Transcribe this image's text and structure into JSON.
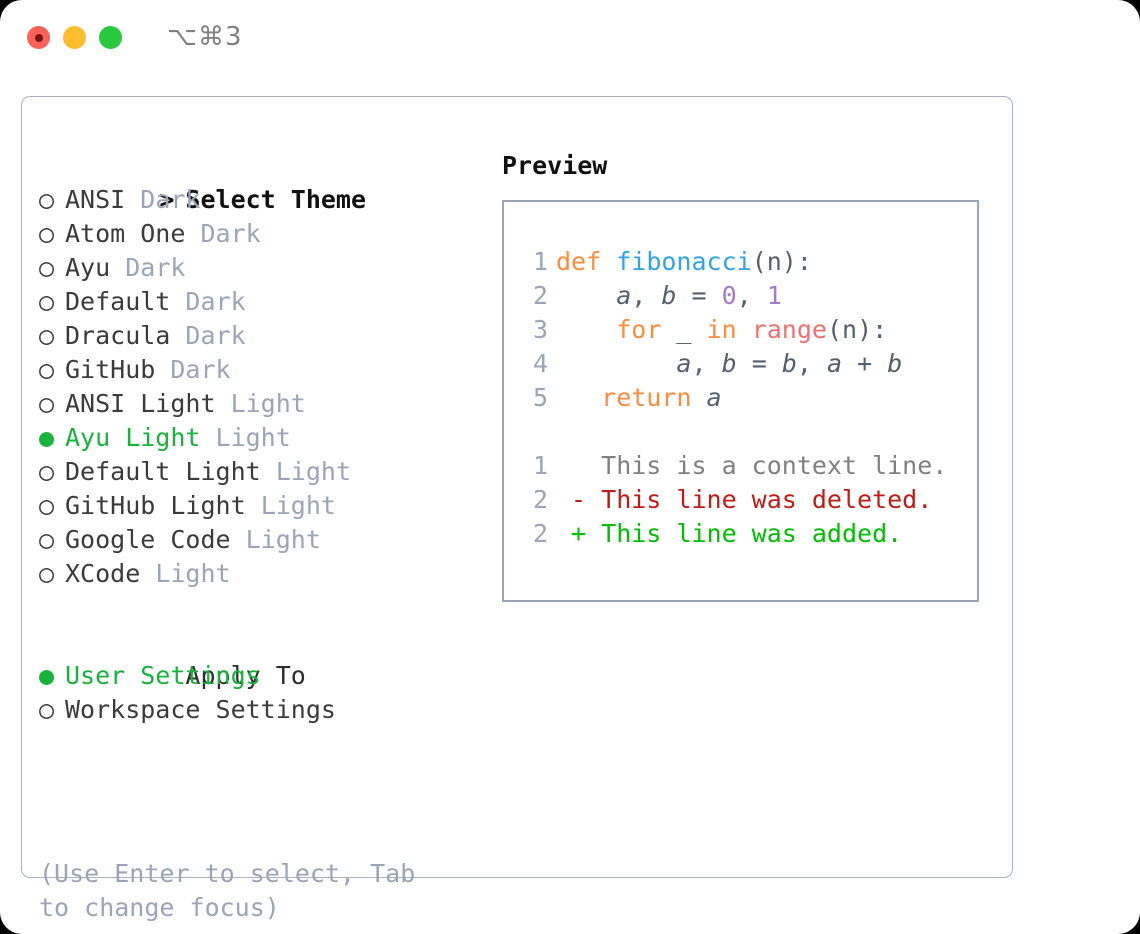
{
  "window": {
    "traffic_lights": [
      "close",
      "minimize",
      "zoom"
    ],
    "shortcut": "⌥⌘3"
  },
  "theme_list": {
    "header_marker": ">",
    "header_label": "Select Theme",
    "marker_selected": "●",
    "marker_unselected": "○",
    "items": [
      {
        "marker": "○",
        "label": "ANSI",
        "tag": "Dark",
        "selected": false
      },
      {
        "marker": "○",
        "label": "Atom One",
        "tag": "Dark",
        "selected": false
      },
      {
        "marker": "○",
        "label": "Ayu",
        "tag": "Dark",
        "selected": false
      },
      {
        "marker": "○",
        "label": "Default",
        "tag": "Dark",
        "selected": false
      },
      {
        "marker": "○",
        "label": "Dracula",
        "tag": "Dark",
        "selected": false
      },
      {
        "marker": "○",
        "label": "GitHub",
        "tag": "Dark",
        "selected": false
      },
      {
        "marker": "○",
        "label": "ANSI Light",
        "tag": "Light",
        "selected": false
      },
      {
        "marker": "●",
        "label": "Ayu Light",
        "tag": "Light",
        "selected": true
      },
      {
        "marker": "○",
        "label": "Default Light",
        "tag": "Light",
        "selected": false
      },
      {
        "marker": "○",
        "label": "GitHub Light",
        "tag": "Light",
        "selected": false
      },
      {
        "marker": "○",
        "label": "Google Code",
        "tag": "Light",
        "selected": false
      },
      {
        "marker": "○",
        "label": "XCode",
        "tag": "Light",
        "selected": false
      }
    ]
  },
  "apply_to": {
    "header_marker": " ",
    "header_label": "Apply To",
    "items": [
      {
        "marker": "●",
        "label": "User Settings",
        "selected": true
      },
      {
        "marker": "○",
        "label": "Workspace Settings",
        "selected": false
      }
    ]
  },
  "hint": "(Use Enter to select, Tab to change focus)",
  "preview": {
    "title": "Preview",
    "code_lines": [
      {
        "num": "1",
        "tokens": [
          {
            "t": "def",
            "c": "kw"
          },
          {
            "t": " ",
            "c": "punc"
          },
          {
            "t": "fibonacci",
            "c": "fn"
          },
          {
            "t": "(n):",
            "c": "punc"
          }
        ]
      },
      {
        "num": "2",
        "tokens": [
          {
            "t": "    ",
            "c": "punc"
          },
          {
            "t": "a",
            "c": "var"
          },
          {
            "t": ", ",
            "c": "punc"
          },
          {
            "t": "b",
            "c": "var"
          },
          {
            "t": " = ",
            "c": "punc"
          },
          {
            "t": "0",
            "c": "num"
          },
          {
            "t": ", ",
            "c": "punc"
          },
          {
            "t": "1",
            "c": "num"
          }
        ]
      },
      {
        "num": "3",
        "tokens": [
          {
            "t": "    ",
            "c": "punc"
          },
          {
            "t": "for",
            "c": "kw"
          },
          {
            "t": " _ ",
            "c": "punc"
          },
          {
            "t": "in",
            "c": "kw"
          },
          {
            "t": " ",
            "c": "punc"
          },
          {
            "t": "range",
            "c": "bi"
          },
          {
            "t": "(n):",
            "c": "punc"
          }
        ]
      },
      {
        "num": "4",
        "tokens": [
          {
            "t": "        ",
            "c": "punc"
          },
          {
            "t": "a",
            "c": "var"
          },
          {
            "t": ", ",
            "c": "punc"
          },
          {
            "t": "b",
            "c": "var"
          },
          {
            "t": " = ",
            "c": "punc"
          },
          {
            "t": "b",
            "c": "var"
          },
          {
            "t": ", ",
            "c": "punc"
          },
          {
            "t": "a",
            "c": "var"
          },
          {
            "t": " + ",
            "c": "punc"
          },
          {
            "t": "b",
            "c": "var"
          }
        ]
      },
      {
        "num": "5",
        "tokens": [
          {
            "t": "   ",
            "c": "punc"
          },
          {
            "t": "return",
            "c": "kw"
          },
          {
            "t": " ",
            "c": "punc"
          },
          {
            "t": "a",
            "c": "var"
          }
        ]
      },
      {
        "num": "",
        "tokens": []
      },
      {
        "num": "1",
        "tokens": [
          {
            "t": "   This is a context line.",
            "c": "ctx"
          }
        ]
      },
      {
        "num": "2",
        "tokens": [
          {
            "t": " - This line was deleted.",
            "c": "del"
          }
        ]
      },
      {
        "num": "2",
        "tokens": [
          {
            "t": " + This line was added.",
            "c": "add"
          }
        ]
      }
    ]
  },
  "colors": {
    "accent_green": "#18b33c",
    "muted": "#9aa5b5",
    "keyword": "#fa8d3e",
    "function": "#2fa5e8",
    "number": "#a37acc",
    "builtin": "#f07171",
    "diff_deleted": "#c41a16",
    "diff_added": "#00bf00",
    "border": "#9aa5b5"
  }
}
